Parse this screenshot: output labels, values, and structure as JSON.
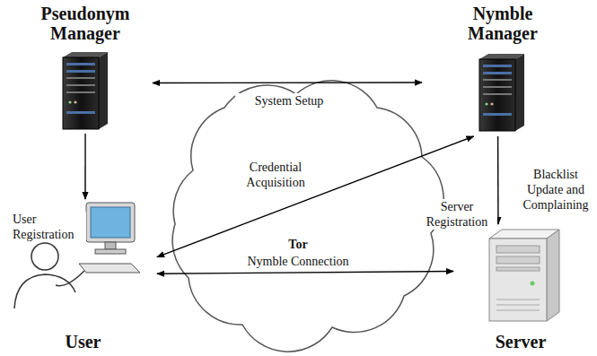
{
  "diagram": {
    "nodes": [
      {
        "text": [
          "Pseudonym Manager"
        ]
      },
      {
        "text": [
          "Nymble Manager"
        ]
      },
      {
        "text": [
          "User"
        ]
      },
      {
        "text": [
          "Server"
        ]
      }
    ],
    "edges": [
      {
        "from": 0,
        "to": 1,
        "label": "System Setup",
        "arrow": "both"
      },
      {
        "from": 0,
        "to": 2,
        "label": "User Registration",
        "arrow": "to"
      },
      {
        "from": 2,
        "to": 1,
        "label": "Credential Acquisition",
        "arrow": "both"
      },
      {
        "from": 1,
        "to": 3,
        "label": "Server Registration",
        "arrow": "to"
      },
      {
        "from": 2,
        "to": 3,
        "label": "Nymble Connection",
        "arrow": "both"
      }
    ],
    "labels": [
      "Blacklist Update and Complaining",
      "Tor"
    ]
  }
}
